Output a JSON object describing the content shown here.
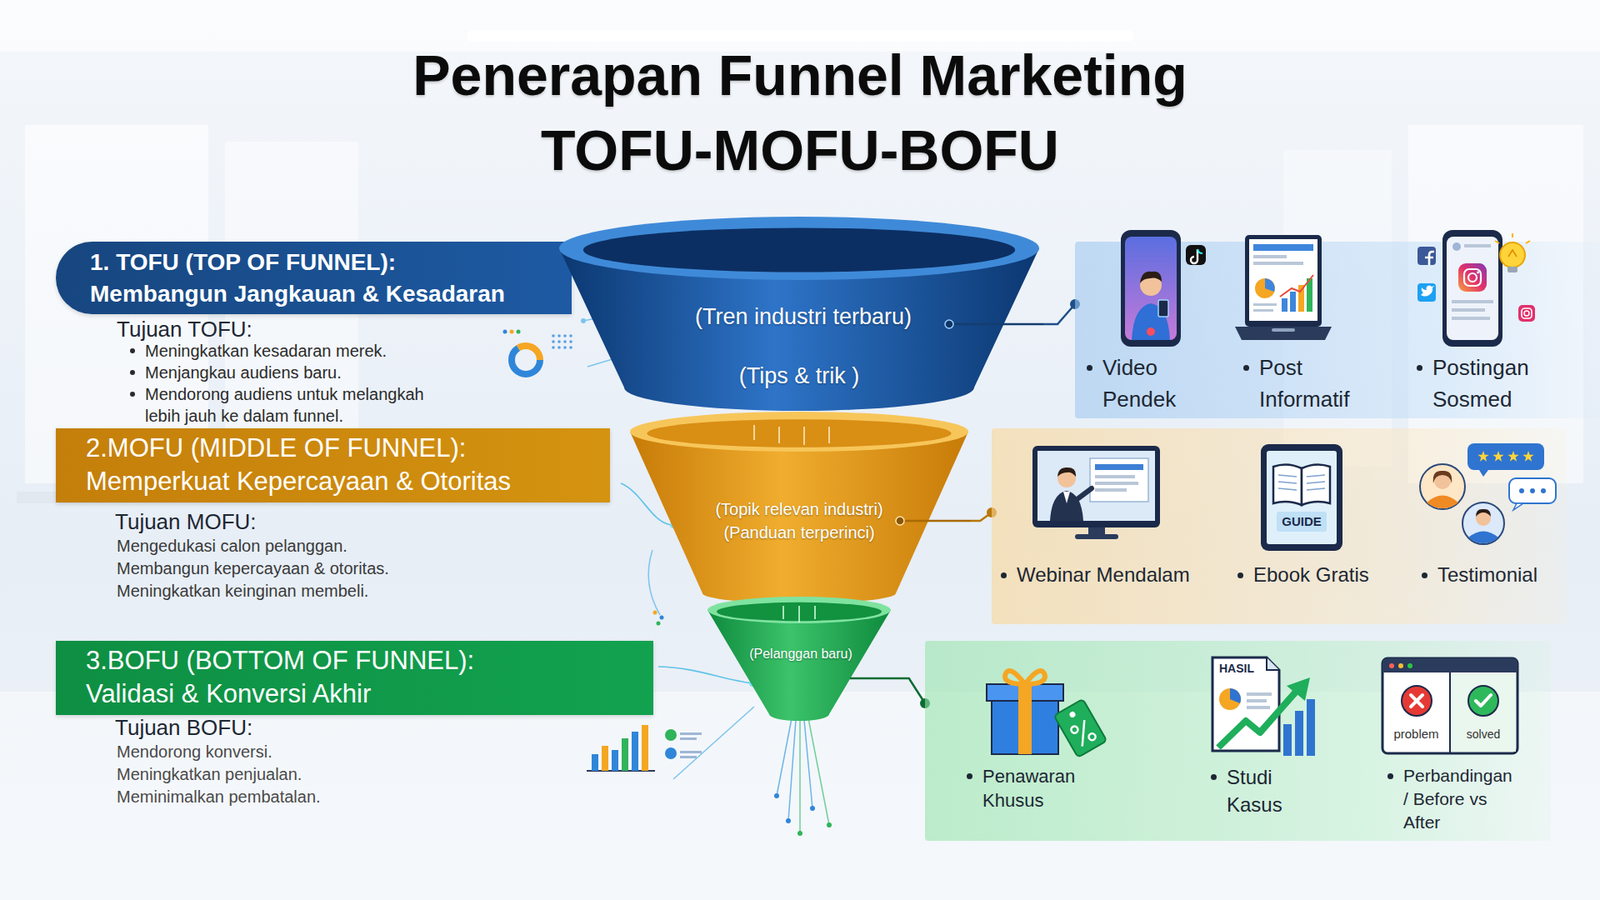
{
  "diagram": {
    "title": "Penerapan Funnel Marketing TOFU-MOFU-BOFU",
    "nodes": [
      {
        "text": [
          "1. TOFU (TOP OF FUNNEL):",
          "Membangun Jangkauan & Kesadaran"
        ]
      },
      {
        "text": [
          "(Tren industri terbaru)",
          "(Tips & trik )"
        ]
      },
      {
        "text": [
          "Video Pendek",
          "Post Informatif",
          "Postingan Sosmed"
        ]
      },
      {
        "text": [
          "2.MOFU (MIDDLE OF FUNNEL):",
          "Memperkuat Kepercayaan & Otoritas"
        ]
      },
      {
        "text": [
          "(Topik relevan industri)",
          "(Panduan terperinci)"
        ]
      },
      {
        "text": [
          "Webinar Mendalam",
          "Ebook Gratis",
          "Testimonial"
        ]
      },
      {
        "text": [
          "3.BOFU (BOTTOM OF FUNNEL):",
          "Validasi & Konversi Akhir"
        ]
      },
      {
        "text": [
          "(Pelanggan baru)"
        ]
      },
      {
        "text": [
          "Penawaran Khusus",
          "Studi Kasus",
          "Perbandingan / Before vs After"
        ]
      }
    ],
    "edges": [
      {
        "from": 1,
        "to": 2,
        "arrow": "none"
      },
      {
        "from": 4,
        "to": 5,
        "arrow": "none"
      },
      {
        "from": 7,
        "to": 8,
        "arrow": "none"
      }
    ],
    "labels": [
      "Tujuan TOFU:",
      "Meningkatkan kesadaran merek.",
      "Menjangkau audiens baru.",
      "Mendorong audiens untuk melangkah lebih jauh ke dalam funnel.",
      "Tujuan MOFU:",
      "Mengedukasi calon pelanggan.",
      "Membangun kepercayaan & otoritas.",
      "Meningkatkan keinginan membeli.",
      "Tujuan BOFU:",
      "Mendorong konversi.",
      "Meningkatkan penjualan.",
      "Meminimalkan pembatalan.",
      "GUIDE",
      "HASIL",
      "problem",
      "solved"
    ]
  }
}
